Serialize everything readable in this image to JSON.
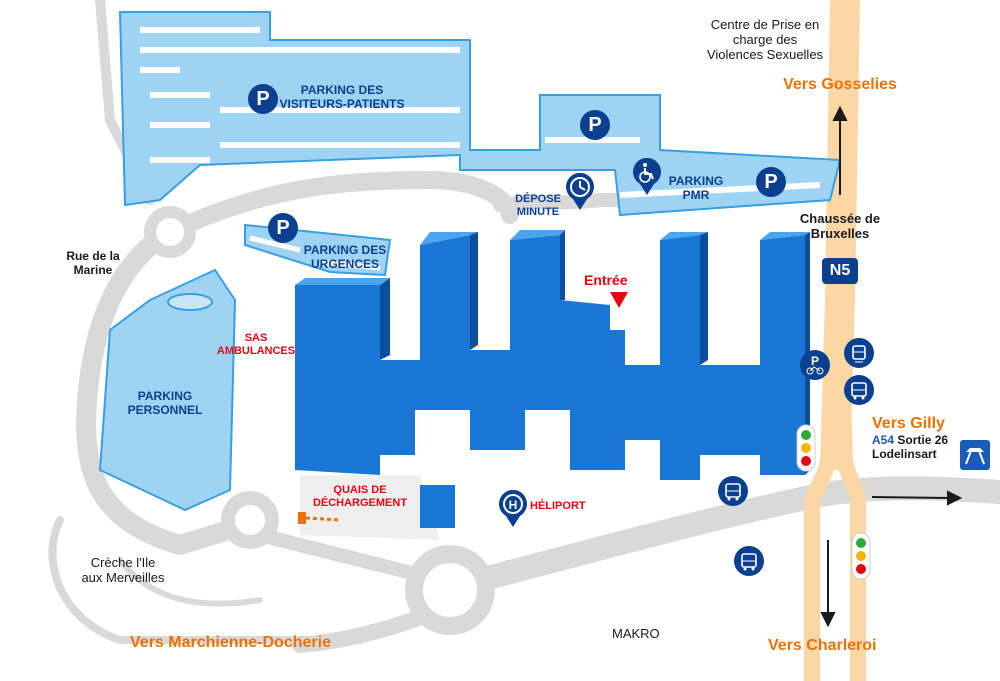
{
  "colors": {
    "road": "#d9d9d9",
    "road_dark": "#c4c4c4",
    "parking_fill": "#9fd3f3",
    "parking_stroke": "#3a9fe0",
    "building": "#1a77d6",
    "building_top": "#4aa5ee",
    "building_side": "#0c4f9c",
    "highway": "#fbd7a6",
    "dark_blue": "#0b3f8f",
    "red": "#e30613",
    "orange": "#ee7203"
  },
  "labels": {
    "centre_violence": "Centre de Prise en\ncharge des\nViolences Sexuelles",
    "vers_gosselies": "Vers Gosselies",
    "chaussee": "Chaussée de\nBruxelles",
    "n5": "N5",
    "rue_marine": "Rue de la\nMarine",
    "vers_gilly": "Vers Gilly",
    "a54": "A54",
    "sortie": "Sortie 26",
    "lodelinsart": "Lodelinsart",
    "creche": "Crèche l'Ile\naux Merveilles",
    "vers_marchienne": "Vers Marchienne-Docherie",
    "makro": "MAKRO",
    "vers_charleroi": "Vers Charleroi"
  },
  "parking": {
    "visiteurs": "PARKING DES\nVISITEURS-PATIENTS",
    "pmr": "PARKING\nPMR",
    "urgences": "PARKING DES\nURGENCES",
    "personnel": "PARKING\nPERSONNEL",
    "p_symbol": "P"
  },
  "places": {
    "depose_minute": "DÉPOSE\nMINUTE",
    "entree": "Entrée",
    "sas_ambulances": "SAS\nAMBULANCES",
    "quais": "QUAIS DE\nDÉCHARGEMENT",
    "heliport": "HÉLIPORT"
  },
  "icons": [
    "parking-icon",
    "clock-icon",
    "wheelchair-icon",
    "bike-parking-icon",
    "tram-icon",
    "bus-icon",
    "traffic-light-icon",
    "motorway-icon",
    "heliport-icon",
    "entrance-arrow-icon"
  ]
}
